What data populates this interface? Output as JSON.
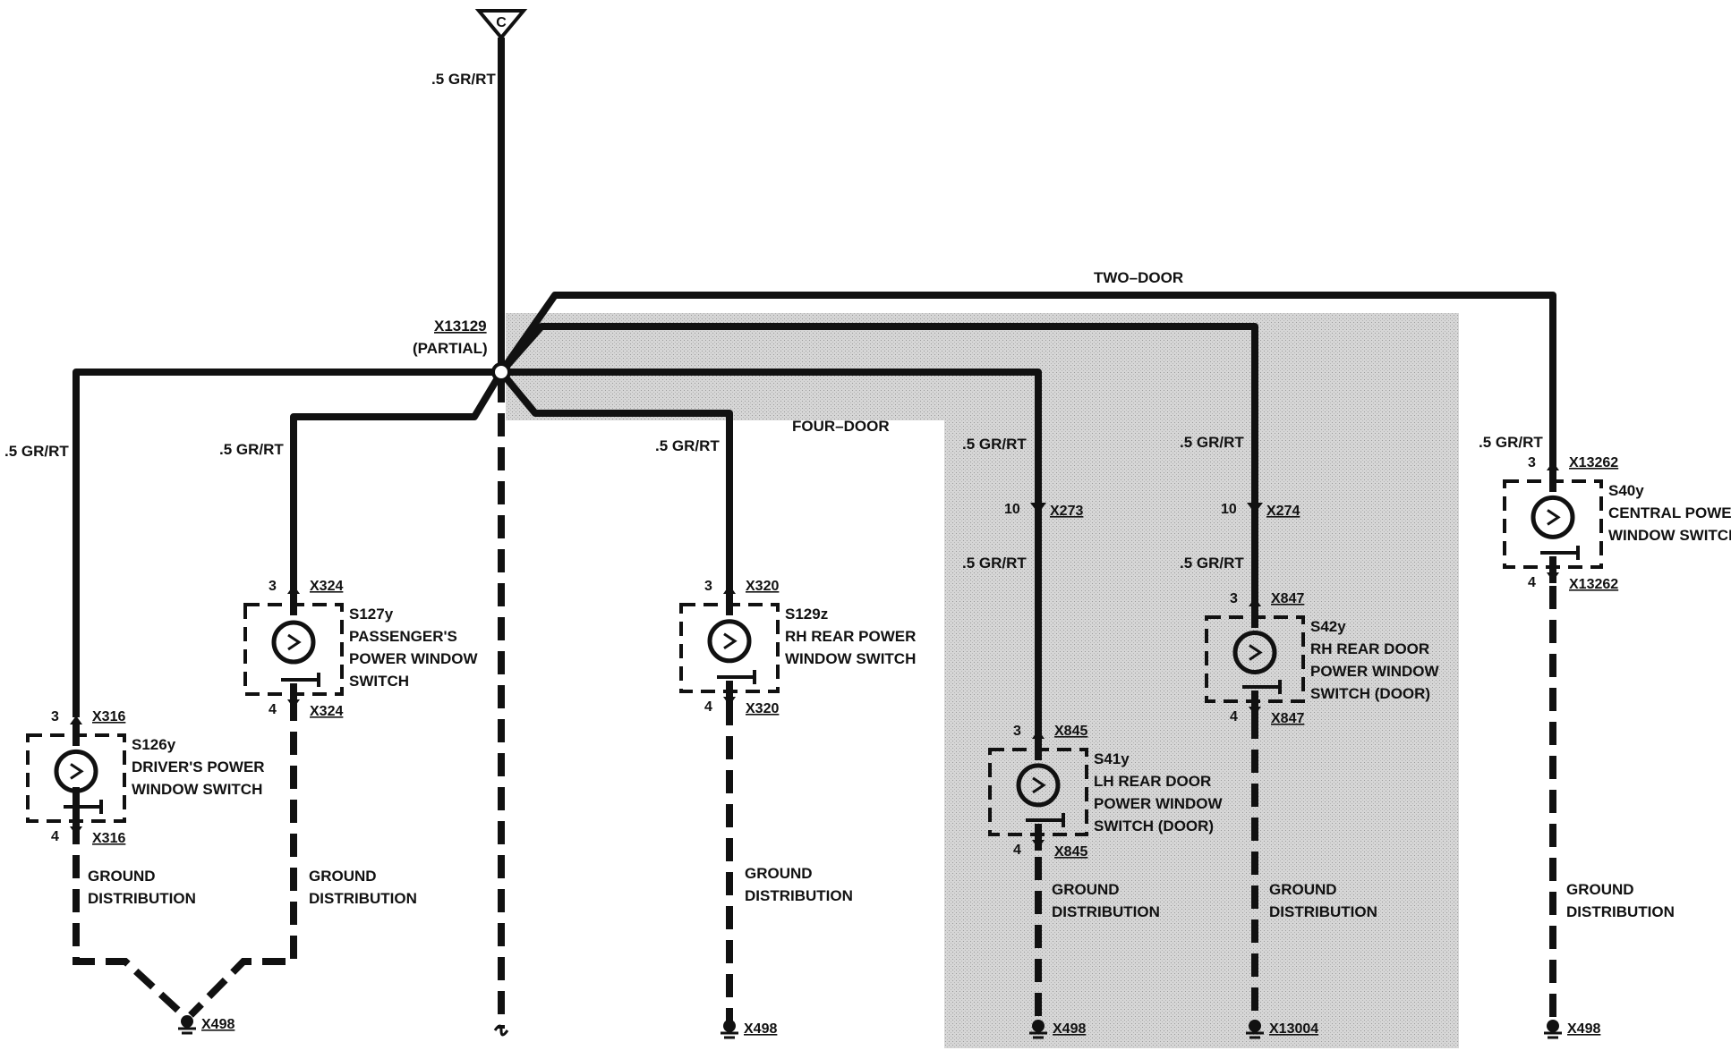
{
  "source_connector": "C",
  "wire_spec": ".5 GR/RT",
  "junction": {
    "id": "X13129",
    "note": "(PARTIAL)"
  },
  "variant_labels": {
    "two_door": "TWO–DOOR",
    "four_door": "FOUR–DOOR"
  },
  "ground_label": {
    "line1": "GROUND",
    "line2": "DISTRIBUTION"
  },
  "grounds": {
    "main": "X498",
    "alt": "X13004"
  },
  "switches": {
    "driver": {
      "id": "S126y",
      "line1": "DRIVER'S POWER",
      "line2": "WINDOW SWITCH",
      "line3": "",
      "pin_top": "3",
      "pin_bottom": "4",
      "conn_top": "X316",
      "conn_bottom": "X316"
    },
    "passenger": {
      "id": "S127y",
      "line1": "PASSENGER'S",
      "line2": "POWER WINDOW",
      "line3": "SWITCH",
      "pin_top": "3",
      "pin_bottom": "4",
      "conn_top": "X324",
      "conn_bottom": "X324"
    },
    "rh_rear": {
      "id": "S129z",
      "line1": "RH REAR POWER",
      "line2": "WINDOW SWITCH",
      "line3": "",
      "pin_top": "3",
      "pin_bottom": "4",
      "conn_top": "X320",
      "conn_bottom": "X320"
    },
    "lh_rear_door": {
      "id": "S41y",
      "line1": "LH REAR DOOR",
      "line2": "POWER WINDOW",
      "line3": "SWITCH (DOOR)",
      "pin_top": "3",
      "pin_bottom": "4",
      "conn_top": "X845",
      "conn_bottom": "X845",
      "inline_pin": "10",
      "inline_conn": "X273"
    },
    "rh_rear_door": {
      "id": "S42y",
      "line1": "RH REAR DOOR",
      "line2": "POWER WINDOW",
      "line3": "SWITCH (DOOR)",
      "pin_top": "3",
      "pin_bottom": "4",
      "conn_top": "X847",
      "conn_bottom": "X847",
      "inline_pin": "10",
      "inline_conn": "X274"
    },
    "central": {
      "id": "S40y",
      "line1": "CENTRAL POWER",
      "line2": "WINDOW SWITCH",
      "line3": "",
      "pin_top": "3",
      "pin_bottom": "4",
      "conn_top": "X13262",
      "conn_bottom": "X13262"
    }
  },
  "colors": {
    "ink": "#111111",
    "shade": "#d2d2d2",
    "paper": "#ffffff"
  }
}
